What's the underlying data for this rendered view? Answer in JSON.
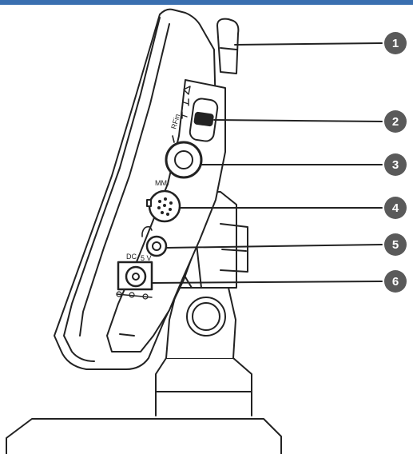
{
  "labels": {
    "rf_in": "RFin",
    "mmi": "MMI",
    "dc": "DC",
    "volt": "5 V"
  },
  "callouts": [
    {
      "number": "1",
      "target": "antenna"
    },
    {
      "number": "2",
      "target": "rf-switch"
    },
    {
      "number": "3",
      "target": "rf-input-jack"
    },
    {
      "number": "4",
      "target": "mmi-connector"
    },
    {
      "number": "5",
      "target": "headphone-jack"
    },
    {
      "number": "6",
      "target": "dc-power-jack"
    }
  ],
  "colors": {
    "header_bar": "#3a6fb0",
    "callout_fill": "#5a5a5a",
    "line": "#222222"
  }
}
